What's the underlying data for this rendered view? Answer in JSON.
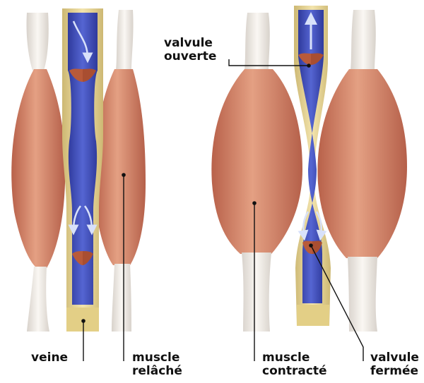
{
  "labels": {
    "veine": "veine",
    "muscle_relache": [
      "muscle",
      "relâché"
    ],
    "valvule_ouverte": [
      "valvule",
      "ouverte"
    ],
    "muscle_contracte": [
      "muscle",
      "contracté"
    ],
    "valvule_fermee": [
      "valvule",
      "fermée"
    ]
  },
  "colors": {
    "muscle": "#d98a6e",
    "muscle_dark": "#a9553e",
    "muscle_light": "#efb79a",
    "tendon": "#f1ece6",
    "vein_wall": "#e9d79a",
    "vein_wall_dark": "#c9b36a",
    "blood": "#3f4bb8",
    "blood_light": "#6f7fe0",
    "valve": "#b85a3a",
    "arrow": "#c7d3f5",
    "leader": "#111111"
  }
}
